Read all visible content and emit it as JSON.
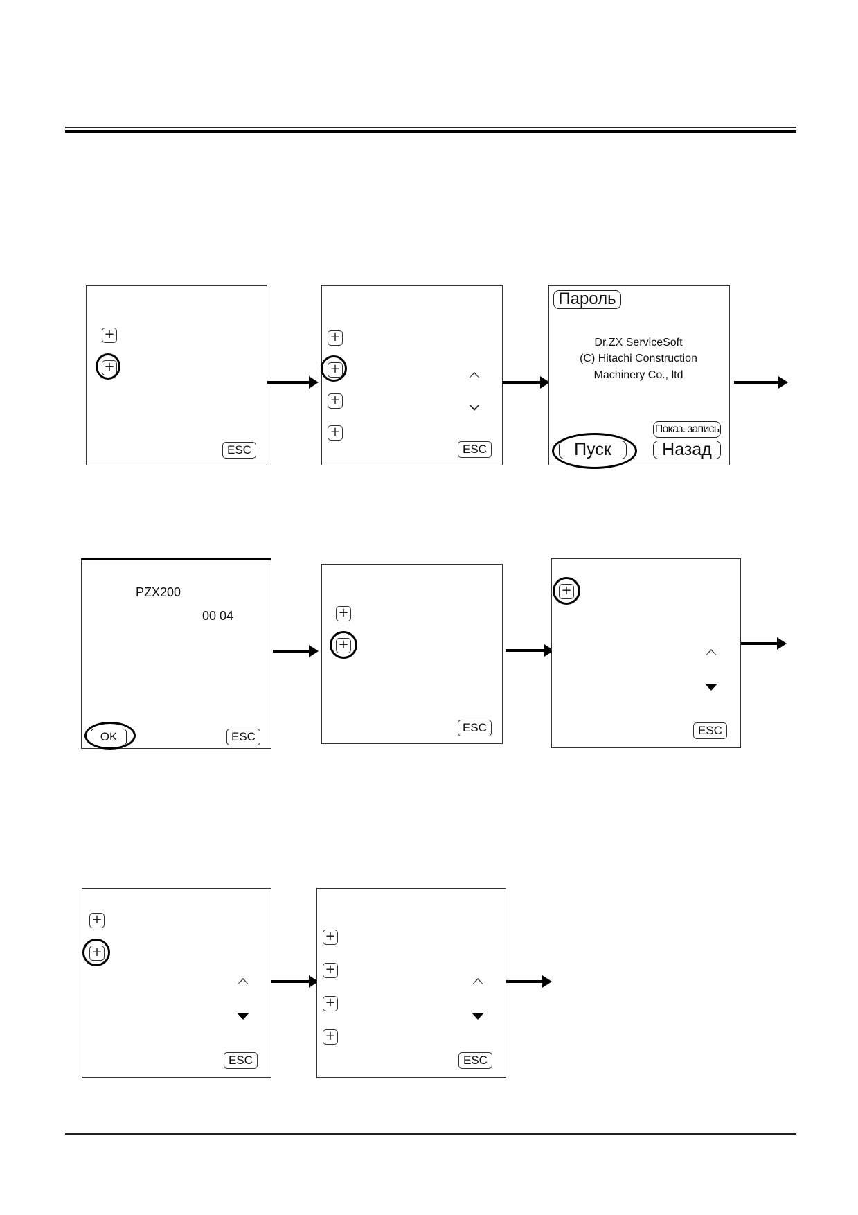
{
  "screens": {
    "s1": {
      "esc_label": "ESC"
    },
    "s2": {
      "esc_label": "ESC"
    },
    "s3": {
      "password_label": "Пароль",
      "info_line1": "Dr.ZX ServiceSoft",
      "info_line2": "(C) Hitachi Construction",
      "info_line3": "Machinery Co., ltd",
      "show_record_label": "Показ. запись",
      "start_label": "Пуск",
      "back_label": "Назад"
    },
    "s4": {
      "model": "PZX200",
      "code": "00 04",
      "ok_label": "OK",
      "esc_label": "ESC"
    },
    "s5": {
      "esc_label": "ESC"
    },
    "s6": {
      "esc_label": "ESC"
    },
    "s7": {
      "esc_label": "ESC"
    },
    "s8": {
      "esc_label": "ESC"
    }
  },
  "icons": {
    "plus": "+"
  }
}
